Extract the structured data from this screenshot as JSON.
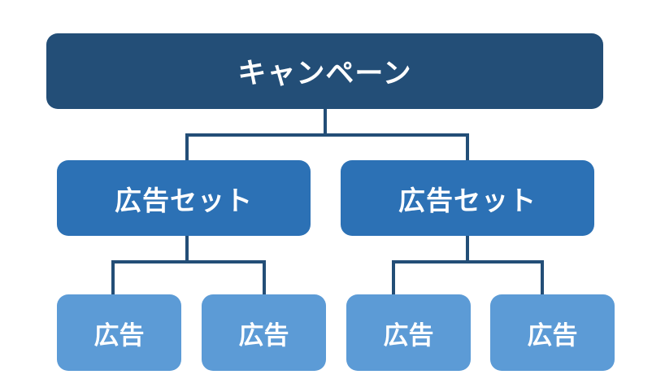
{
  "colors": {
    "campaign": "#234E77",
    "adset": "#2C71B5",
    "ad": "#5C9BD6",
    "connector": "#234E77"
  },
  "campaign": {
    "label": "キャンペーン"
  },
  "adsets": [
    {
      "label": "広告セット"
    },
    {
      "label": "広告セット"
    }
  ],
  "ads": [
    {
      "label": "広告"
    },
    {
      "label": "広告"
    },
    {
      "label": "広告"
    },
    {
      "label": "広告"
    }
  ]
}
